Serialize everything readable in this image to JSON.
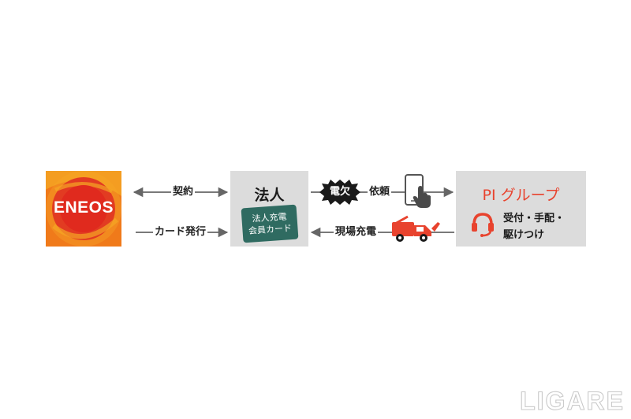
{
  "logo": {
    "brand": "ENEOS"
  },
  "nodes": {
    "corporation": {
      "title": "法人",
      "card_line1": "法人充電",
      "card_line2": "会員カード"
    },
    "pi_group": {
      "title": "PI グループ",
      "service_line1": "受付・手配・",
      "service_line2": "駆けつけ"
    }
  },
  "flows": {
    "contract": "契約",
    "card_issue": "カード発行",
    "battery_dead": "電欠",
    "request": "依頼",
    "onsite_charge": "現場充電"
  },
  "watermark": "LIGARE",
  "colors": {
    "accent_red": "#e8432e",
    "card_green": "#2f6b61",
    "box_gray": "#dcdcdc",
    "logo_orange": "#f07a1a"
  },
  "icons": [
    "smartphone-tap-icon",
    "tow-truck-icon",
    "headset-icon"
  ]
}
